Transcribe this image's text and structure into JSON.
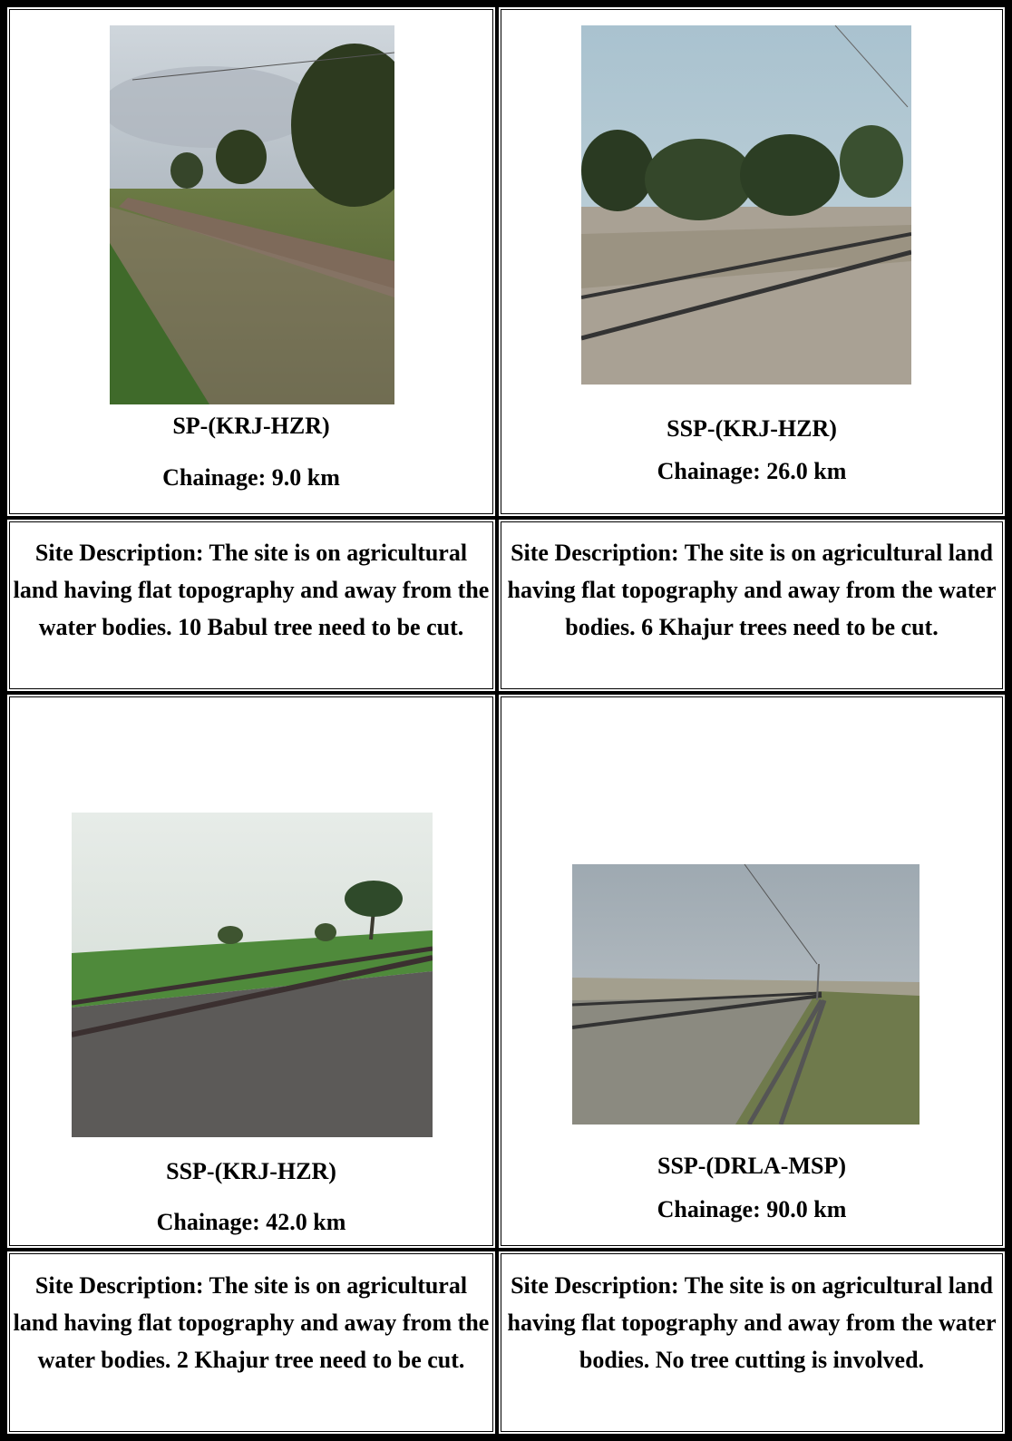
{
  "sites": [
    {
      "name": "SP-(KRJ-HZR)",
      "chainage": "Chainage: 9.0 km",
      "description": "Site Description: The site is on agricultural land having flat topography and away from the water bodies. 10 Babul tree need to be cut."
    },
    {
      "name": "SSP-(KRJ-HZR)",
      "chainage": "Chainage: 26.0 km",
      "description": "Site Description: The site is on agricultural land having flat topography and away from the water bodies. 6 Khajur trees need to be cut."
    },
    {
      "name": "SSP-(KRJ-HZR)",
      "chainage": "Chainage: 42.0 km",
      "description": "Site Description: The site is on agricultural land having flat topography and away from the water bodies. 2 Khajur tree need to be cut."
    },
    {
      "name": "SSP-(DRLA-MSP)",
      "chainage": "Chainage: 90.0 km",
      "description": "Site Description: The site is on agricultural land having flat topography and away from the water bodies. No tree cutting is involved."
    }
  ]
}
